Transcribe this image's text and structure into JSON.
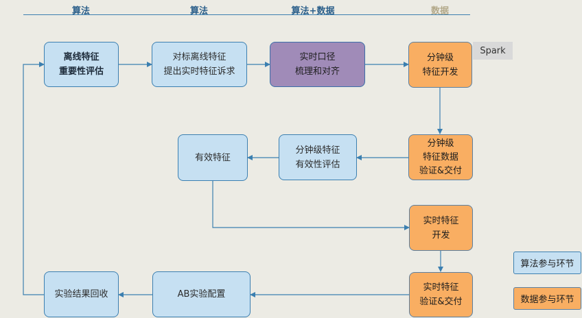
{
  "headers": [
    {
      "label": "算法",
      "color": "#2b5f8a"
    },
    {
      "label": "算法",
      "color": "#2b5f8a"
    },
    {
      "label": "算法+数据",
      "color": "#2b5f8a"
    },
    {
      "label": "数据",
      "color": "#b3a98a"
    }
  ],
  "nodes": {
    "offline_eval": "离线特征\n重要性评估",
    "benchmark": "对标离线特征\n提出实时特征诉求",
    "realtime_spec": "实时口径\n梳理和对齐",
    "minute_dev": "分钟级\n特征开发",
    "minute_verify": "分钟级\n特征数据\n验证&交付",
    "minute_validity": "分钟级特征\n有效性评估",
    "valid_features": "有效特征",
    "rt_dev": "实时特征\n开发",
    "rt_verify": "实时特征\n验证&交付",
    "ab_config": "AB实验配置",
    "result_collect": "实验结果回收"
  },
  "tag": "Spark",
  "legend": {
    "algo": "算法参与环节",
    "data": "数据参与环节"
  },
  "colors": {
    "algo_fill": "#c6e0f2",
    "data_fill": "#f9ae62",
    "joint_fill": "#a08bb8",
    "edge": "#3b7fb0"
  }
}
